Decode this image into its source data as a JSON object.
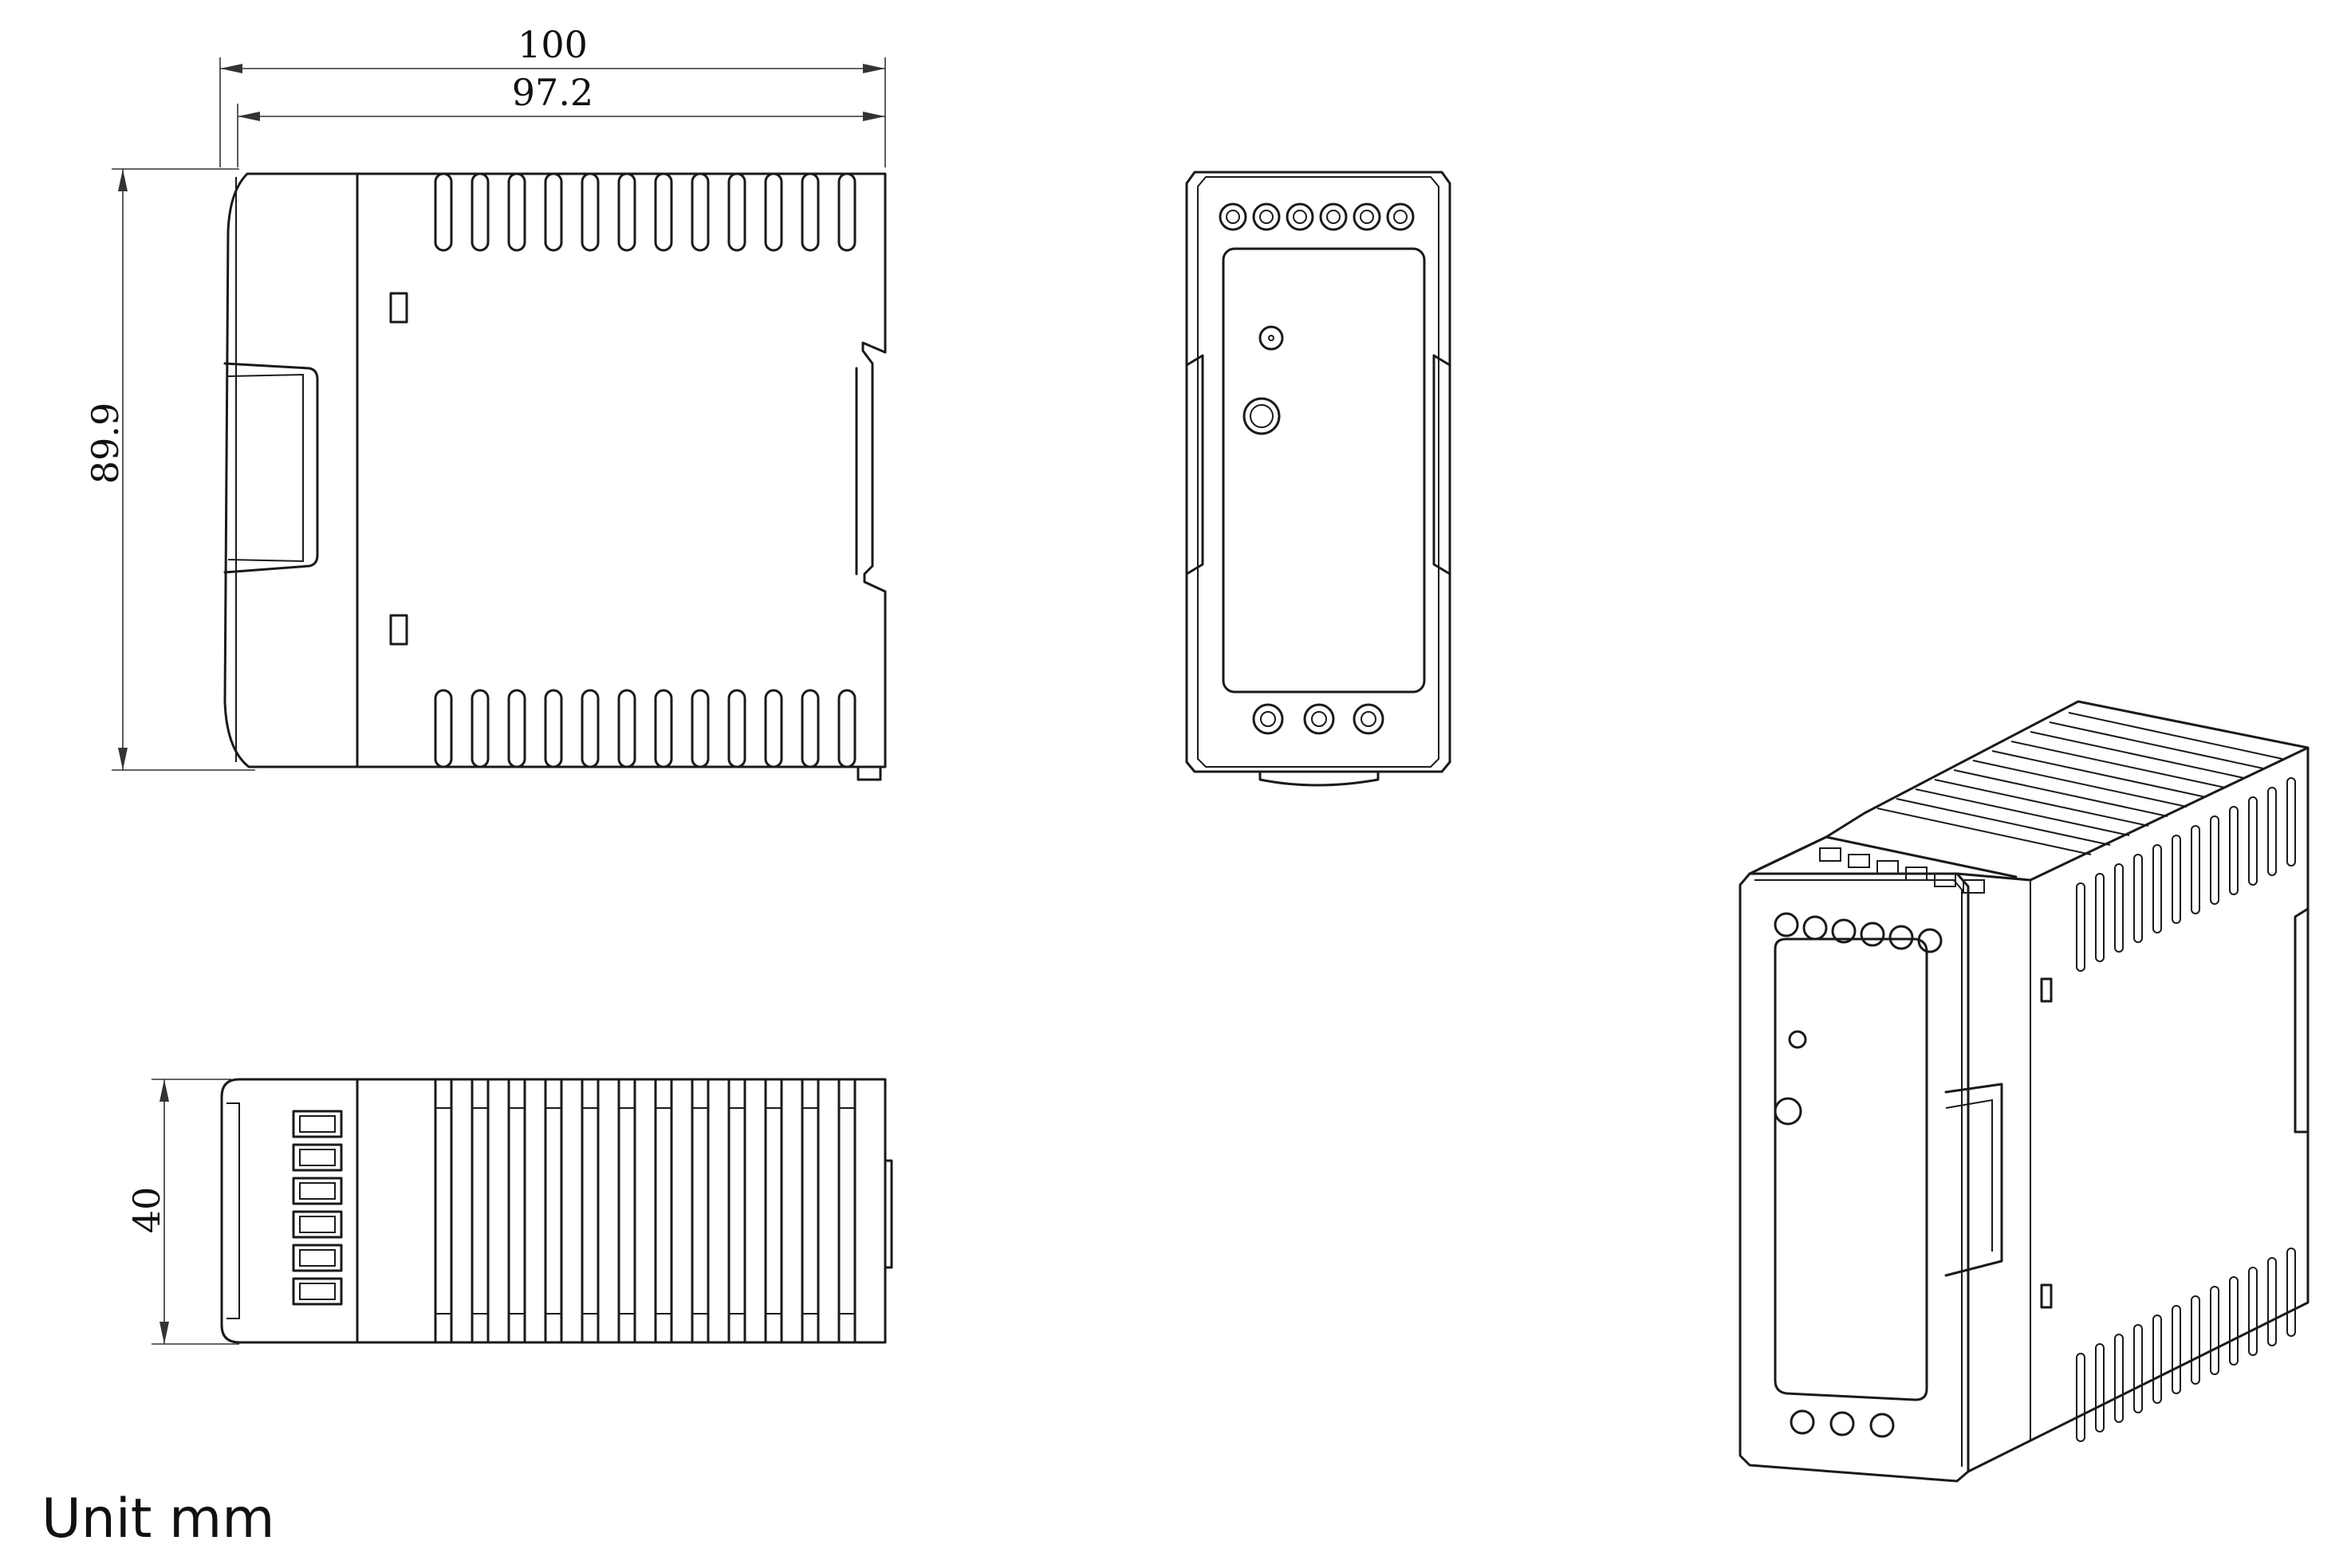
{
  "dimensions": {
    "overall_depth": "100",
    "body_depth": "97.2",
    "height": "89.9",
    "width": "40"
  },
  "unit_label": "Unit mm",
  "views": [
    "side-view",
    "front-view",
    "top-view",
    "isometric-view"
  ]
}
